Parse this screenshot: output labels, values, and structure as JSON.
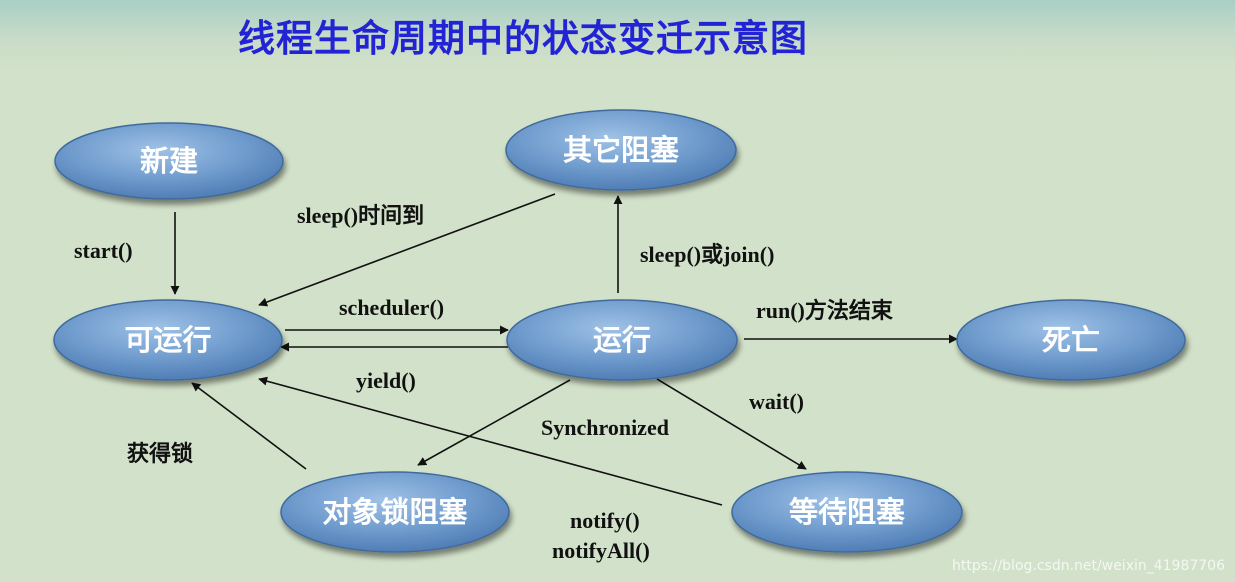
{
  "title": "线程生命周期中的状态变迁示意图",
  "nodes": {
    "new": "新建",
    "runnable": "可运行",
    "running": "运行",
    "other_blocked": "其它阻塞",
    "dead": "死亡",
    "lock_blocked": "对象锁阻塞",
    "wait_blocked": "等待阻塞"
  },
  "edges": {
    "start": "start()",
    "sleep_done": "sleep()时间到",
    "scheduler": "scheduler()",
    "yield": "yield()",
    "sleep_join": "sleep()或join()",
    "run_end": "run()方法结束",
    "wait": "wait()",
    "synchronized": "Synchronized",
    "get_lock": "获得锁",
    "notify": "notify()",
    "notify_all": "notifyAll()"
  },
  "watermark": "https://blog.csdn.net/weixin_41987706"
}
